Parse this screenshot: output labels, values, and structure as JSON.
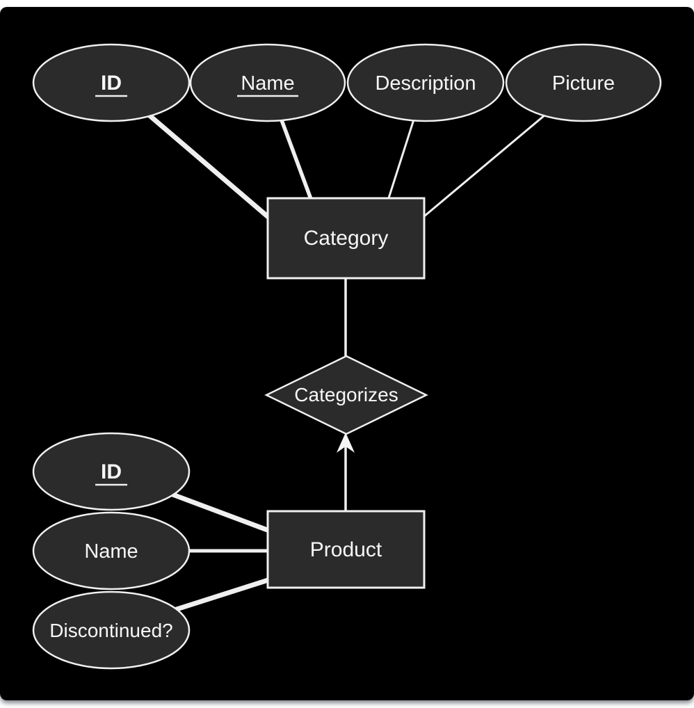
{
  "diagram": {
    "type": "entity-relationship",
    "category": {
      "entity_label": "Category",
      "attributes": [
        {
          "label": "ID",
          "key": true,
          "bold": true
        },
        {
          "label": "Name",
          "key": true,
          "bold": false
        },
        {
          "label": "Description",
          "key": false,
          "bold": false
        },
        {
          "label": "Picture",
          "key": false,
          "bold": false
        }
      ]
    },
    "relationship": {
      "label": "Categorizes",
      "direction": "product-to-category"
    },
    "product": {
      "entity_label": "Product",
      "attributes": [
        {
          "label": "ID",
          "key": true,
          "bold": true
        },
        {
          "label": "Name",
          "key": false,
          "bold": false
        },
        {
          "label": "Discontinued?",
          "key": false,
          "bold": false
        }
      ]
    },
    "colors": {
      "page_background": "#ffffff",
      "canvas_background": "#000000",
      "shape_fill": "#2b2b2c",
      "shape_stroke": "#f0f0f0",
      "connector": "#efefef",
      "text": "#f7f7f7",
      "bottom_shadow": "#c3c7cc"
    }
  }
}
